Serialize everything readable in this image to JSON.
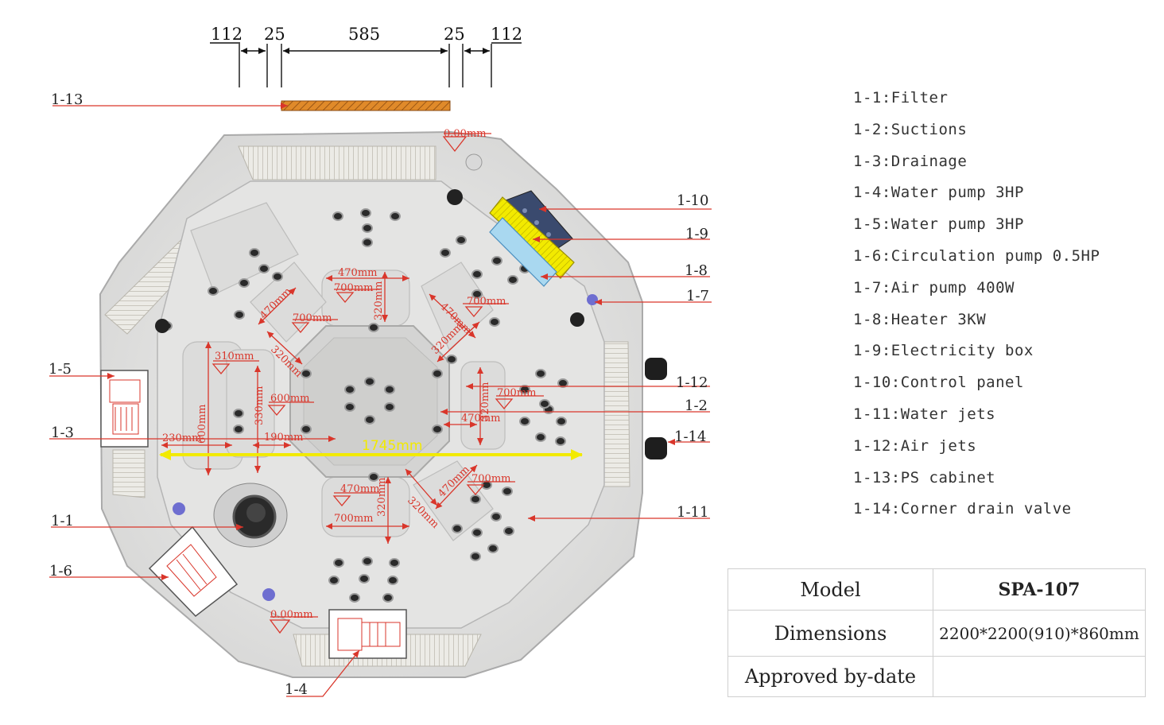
{
  "top_dimensions": [
    "112",
    "25",
    "585",
    "25",
    "112"
  ],
  "callouts": [
    "1-13",
    "1-10",
    "1-9",
    "1-8",
    "1-7",
    "1-12",
    "1-2",
    "1-14",
    "1-11",
    "1-5",
    "1-3",
    "1-1",
    "1-6",
    "1-4"
  ],
  "measurements": [
    "0.00mm",
    "470mm",
    "700mm",
    "320mm",
    "470mm",
    "700mm",
    "320mm",
    "470mm",
    "700mm",
    "320mm",
    "310mm",
    "600mm",
    "330mm",
    "600mm",
    "230mm",
    "190mm",
    "1745mm",
    "470mm",
    "700mm",
    "320mm",
    "700mm",
    "470mm",
    "320mm",
    "700mm",
    "470mm",
    "320mm",
    "0.00mm"
  ],
  "legend": [
    "1-1:Filter",
    "1-2:Suctions",
    "1-3:Drainage",
    "1-4:Water pump 3HP",
    "1-5:Water pump 3HP",
    "1-6:Circulation pump 0.5HP",
    "1-7:Air pump 400W",
    "1-8:Heater 3KW",
    "1-9:Electricity box",
    "1-10:Control panel",
    "1-11:Water jets",
    "1-12:Air jets",
    "1-13:PS cabinet",
    "1-14:Corner drain valve"
  ],
  "spec_table": {
    "model_label": "Model",
    "model_value": "SPA-107",
    "dimensions_label": "Dimensions",
    "dimensions_value": "2200*2200(910)*860mm",
    "approved_label": "Approved by-date",
    "approved_value": ""
  },
  "colors": {
    "annotation": "#d9362b",
    "highlight": "#f2ea00",
    "cabinet": "#e08a2a",
    "shell": "#e7e7e6",
    "heater": "#a9d8f0"
  }
}
